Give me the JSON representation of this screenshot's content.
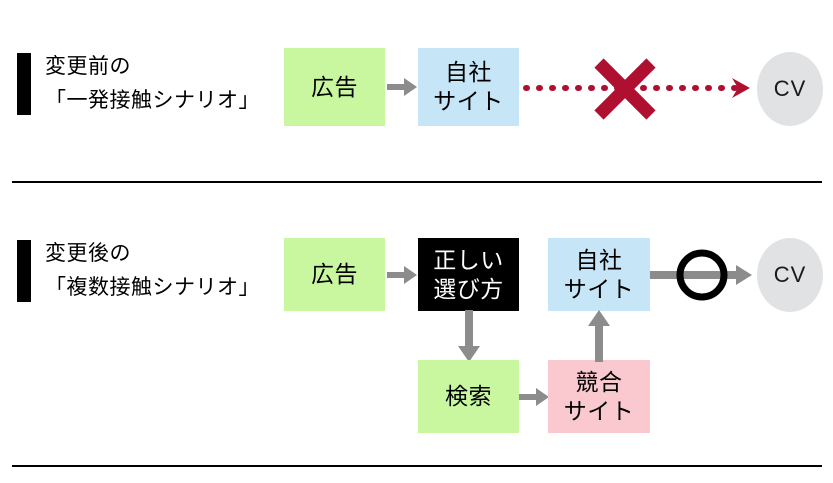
{
  "diagram": {
    "title_visible": false,
    "colors": {
      "green": "#c8f7a0",
      "blue": "#c6e6f7",
      "pink": "#fac9cf",
      "black": "#000000",
      "gray_oval": "#e0e2e4",
      "arrow_gray": "#8c8c8c",
      "arrow_red": "#b01030",
      "divider": "#000000"
    },
    "sections": [
      {
        "id": "before",
        "label_line1": "変更前の",
        "label_line2": "「一発接触シナリオ」",
        "nodes": [
          {
            "id": "ad-1",
            "lines": [
              "広告"
            ],
            "style": "green"
          },
          {
            "id": "own-site-1",
            "lines": [
              "自社",
              "サイト"
            ],
            "style": "blue"
          },
          {
            "id": "cv-1",
            "lines": [
              "CV"
            ],
            "style": "oval"
          }
        ],
        "markers": [
          {
            "id": "fail-x",
            "glyph": "×",
            "meaning": "failure-cross"
          }
        ],
        "connectors": [
          {
            "from": "ad-1",
            "to": "own-site-1",
            "style": "solid-gray"
          },
          {
            "from": "own-site-1",
            "to": "cv-1",
            "style": "dotted-red"
          }
        ]
      },
      {
        "id": "after",
        "label_line1": "変更後の",
        "label_line2": "「複数接触シナリオ」",
        "nodes": [
          {
            "id": "ad-2",
            "lines": [
              "広告"
            ],
            "style": "green"
          },
          {
            "id": "how-to-choose",
            "lines": [
              "正しい",
              "選び方"
            ],
            "style": "black"
          },
          {
            "id": "own-site-2",
            "lines": [
              "自社",
              "サイト"
            ],
            "style": "blue"
          },
          {
            "id": "cv-2",
            "lines": [
              "CV"
            ],
            "style": "oval"
          },
          {
            "id": "search",
            "lines": [
              "検索"
            ],
            "style": "green"
          },
          {
            "id": "competitor-site",
            "lines": [
              "競合",
              "サイト"
            ],
            "style": "pink"
          }
        ],
        "markers": [
          {
            "id": "success-o",
            "glyph": "○",
            "meaning": "success-circle"
          }
        ],
        "connectors": [
          {
            "from": "ad-2",
            "to": "how-to-choose",
            "style": "solid-gray"
          },
          {
            "from": "how-to-choose",
            "to": "search",
            "style": "solid-gray-down"
          },
          {
            "from": "search",
            "to": "competitor-site",
            "style": "solid-gray"
          },
          {
            "from": "competitor-site",
            "to": "own-site-2",
            "style": "solid-gray-up"
          },
          {
            "from": "own-site-2",
            "to": "cv-2",
            "style": "solid-gray"
          }
        ]
      }
    ]
  }
}
